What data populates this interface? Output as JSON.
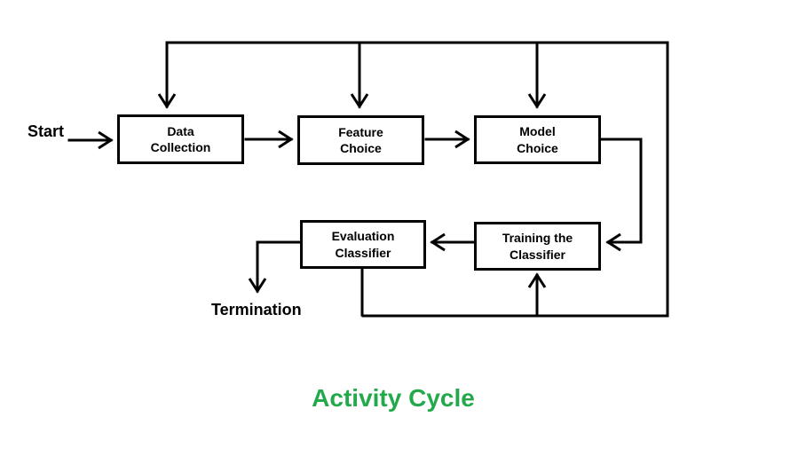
{
  "diagram": {
    "title": {
      "text": "Activity Cycle",
      "color": "#23a94c"
    },
    "labels": {
      "start": "Start",
      "termination": "Termination"
    },
    "nodes": [
      {
        "id": "data-collection",
        "label": "Data\nCollection"
      },
      {
        "id": "feature-choice",
        "label": "Feature\nChoice"
      },
      {
        "id": "model-choice",
        "label": "Model\nChoice"
      },
      {
        "id": "training-classifier",
        "label": "Training the\nClassifier"
      },
      {
        "id": "evaluation-classifier",
        "label": "Evaluation\nClassifier"
      }
    ],
    "edges": [
      {
        "from": "Start",
        "to": "Data Collection"
      },
      {
        "from": "Data Collection",
        "to": "Feature Choice"
      },
      {
        "from": "Feature Choice",
        "to": "Model Choice"
      },
      {
        "from": "Model Choice",
        "to": "Training the Classifier"
      },
      {
        "from": "Training the Classifier",
        "to": "Evaluation Classifier"
      },
      {
        "from": "Evaluation Classifier",
        "to": "Termination"
      },
      {
        "from": "Evaluation Classifier",
        "to": "Training the Classifier"
      },
      {
        "from": "Feedback loop",
        "to": "Data Collection, Feature Choice, Model Choice"
      }
    ],
    "colors": {
      "line": "#000000",
      "text": "#000000",
      "background": "#ffffff"
    }
  }
}
